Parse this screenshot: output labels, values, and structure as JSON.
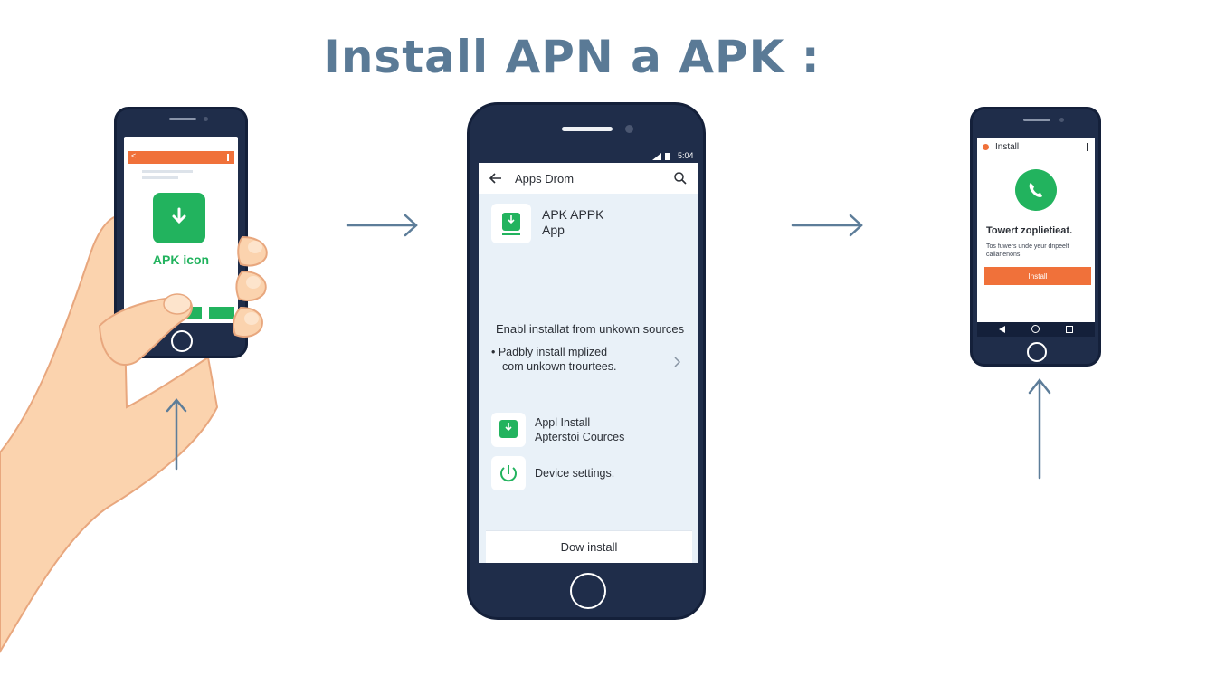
{
  "title": "Install APN a APK :",
  "phone_left": {
    "header_back": "<",
    "app_label": "APK icon"
  },
  "phone_center": {
    "status_time": "5:04",
    "topbar_title": "Apps Drom",
    "app_title_line1": "APK APPK",
    "app_title_line2": "App",
    "section_heading": "Enabl installat from unkown sources",
    "option_line1": "• Padbly install mplized",
    "option_line2": "com unkown trourtees.",
    "item1_line1": "Appl Install",
    "item1_line2": "Apterstoi Cources",
    "item2_label": "Device settings.",
    "install_button": "Dow install"
  },
  "phone_right": {
    "header_title": "Install",
    "message_title": "Towert zoplietieat.",
    "message_line1": "Tos fuwers unde yeur dnpeelt",
    "message_line2": "callanenons.",
    "action_button": "Install"
  },
  "colors": {
    "title": "#5a7a96",
    "phone_body": "#1f2d4a",
    "accent_orange": "#f0713a",
    "accent_green": "#22b35e",
    "arrow": "#5d7d99",
    "skin": "#fbd3ae"
  },
  "icons": [
    "download-arrow-icon",
    "phone-call-icon",
    "search-icon",
    "back-arrow-icon",
    "power-icon",
    "chevron-right-icon",
    "right-arrow-icon",
    "up-arrow-icon"
  ]
}
